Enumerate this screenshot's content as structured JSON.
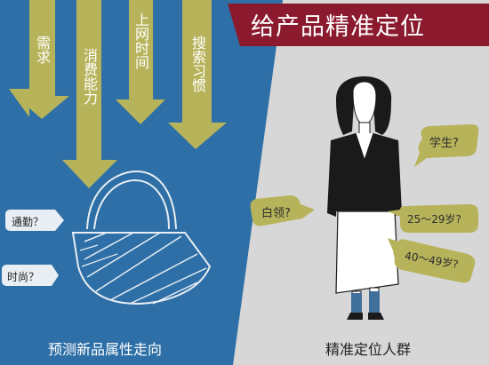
{
  "title": "给产品精准定位",
  "left_panel": {
    "bg_color": "#2d6fa6",
    "arrow_color": "#b7b35a",
    "arrows": [
      {
        "label": "需求"
      },
      {
        "label": "消费能力"
      },
      {
        "label": "上网时间"
      },
      {
        "label": "搜索习惯"
      }
    ],
    "bubbles": [
      {
        "label": "通勤？"
      },
      {
        "label": "时尚？"
      }
    ],
    "caption": "预测新品属性走向"
  },
  "right_panel": {
    "bg_color": "#d7d7d7",
    "banner_color": "#8b1a2e",
    "bubbles": [
      {
        "label": "学生?"
      },
      {
        "label": "白领?"
      },
      {
        "label": "25～29岁?"
      },
      {
        "label": "40～49岁?"
      }
    ],
    "caption": "精准定位人群"
  }
}
